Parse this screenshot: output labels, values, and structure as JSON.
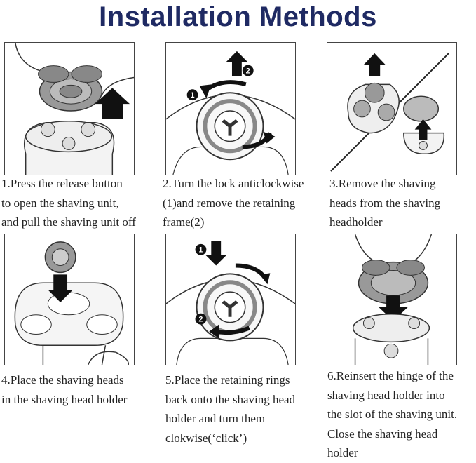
{
  "title": "Installation Methods",
  "steps": [
    {
      "text": "1.Press the release button\nto open the shaving unit,\nand pull the shaving unit off"
    },
    {
      "text": "2.Turn the lock anticlockwise\n(1)and remove the retaining\nframe(2)"
    },
    {
      "text": "3.Remove the shaving\nheads from the shaving\nheadholder"
    },
    {
      "text": "4.Place the shaving heads\nin the shaving head holder"
    },
    {
      "text": "5.Place the retaining rings\nback onto the shaving head\nholder and turn them\nclokwise(‘click’)"
    },
    {
      "text": "6.Reinsert the hinge of the\nshaving head holder into\nthe slot of the shaving unit.\nClose the shaving head\nholder"
    }
  ],
  "badges": {
    "one": "1",
    "two": "2"
  }
}
